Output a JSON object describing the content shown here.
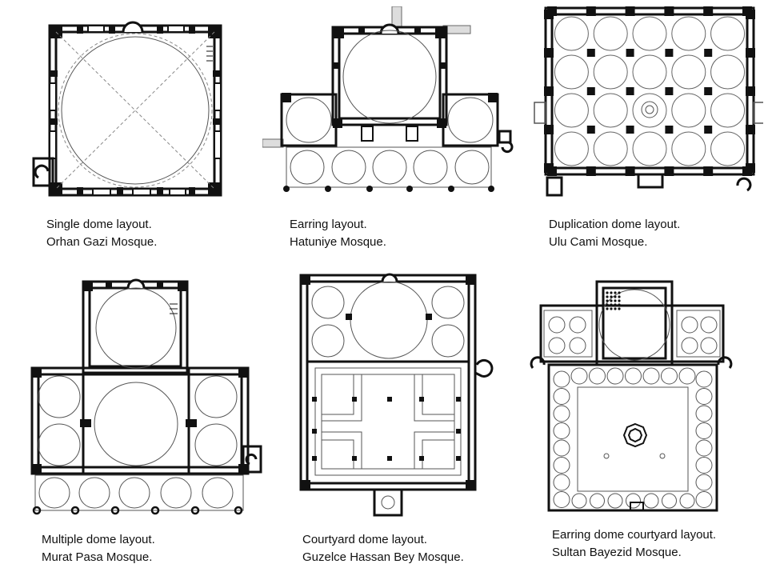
{
  "plans": [
    {
      "id": "orhan-gazi",
      "layout_caption": "Single dome layout.",
      "mosque_caption": "Orhan Gazi Mosque."
    },
    {
      "id": "hatuniye",
      "layout_caption": "Earring layout.",
      "mosque_caption": "Hatuniye Mosque."
    },
    {
      "id": "ulu-cami",
      "layout_caption": "Duplication dome layout.",
      "mosque_caption": "Ulu Cami Mosque."
    },
    {
      "id": "murat-pasa",
      "layout_caption": "Multiple dome layout.",
      "mosque_caption": "Murat Pasa Mosque."
    },
    {
      "id": "guzelce-hassan-bey",
      "layout_caption": "Courtyard dome layout.",
      "mosque_caption": "Guzelce Hassan Bey Mosque."
    },
    {
      "id": "sultan-bayezid",
      "layout_caption": "Earring dome courtyard layout.",
      "mosque_caption": "Sultan Bayezid Mosque."
    }
  ],
  "colors": {
    "wall": "#111111",
    "thin_line": "#555555",
    "dashed_line": "#888888",
    "background": "#ffffff"
  }
}
